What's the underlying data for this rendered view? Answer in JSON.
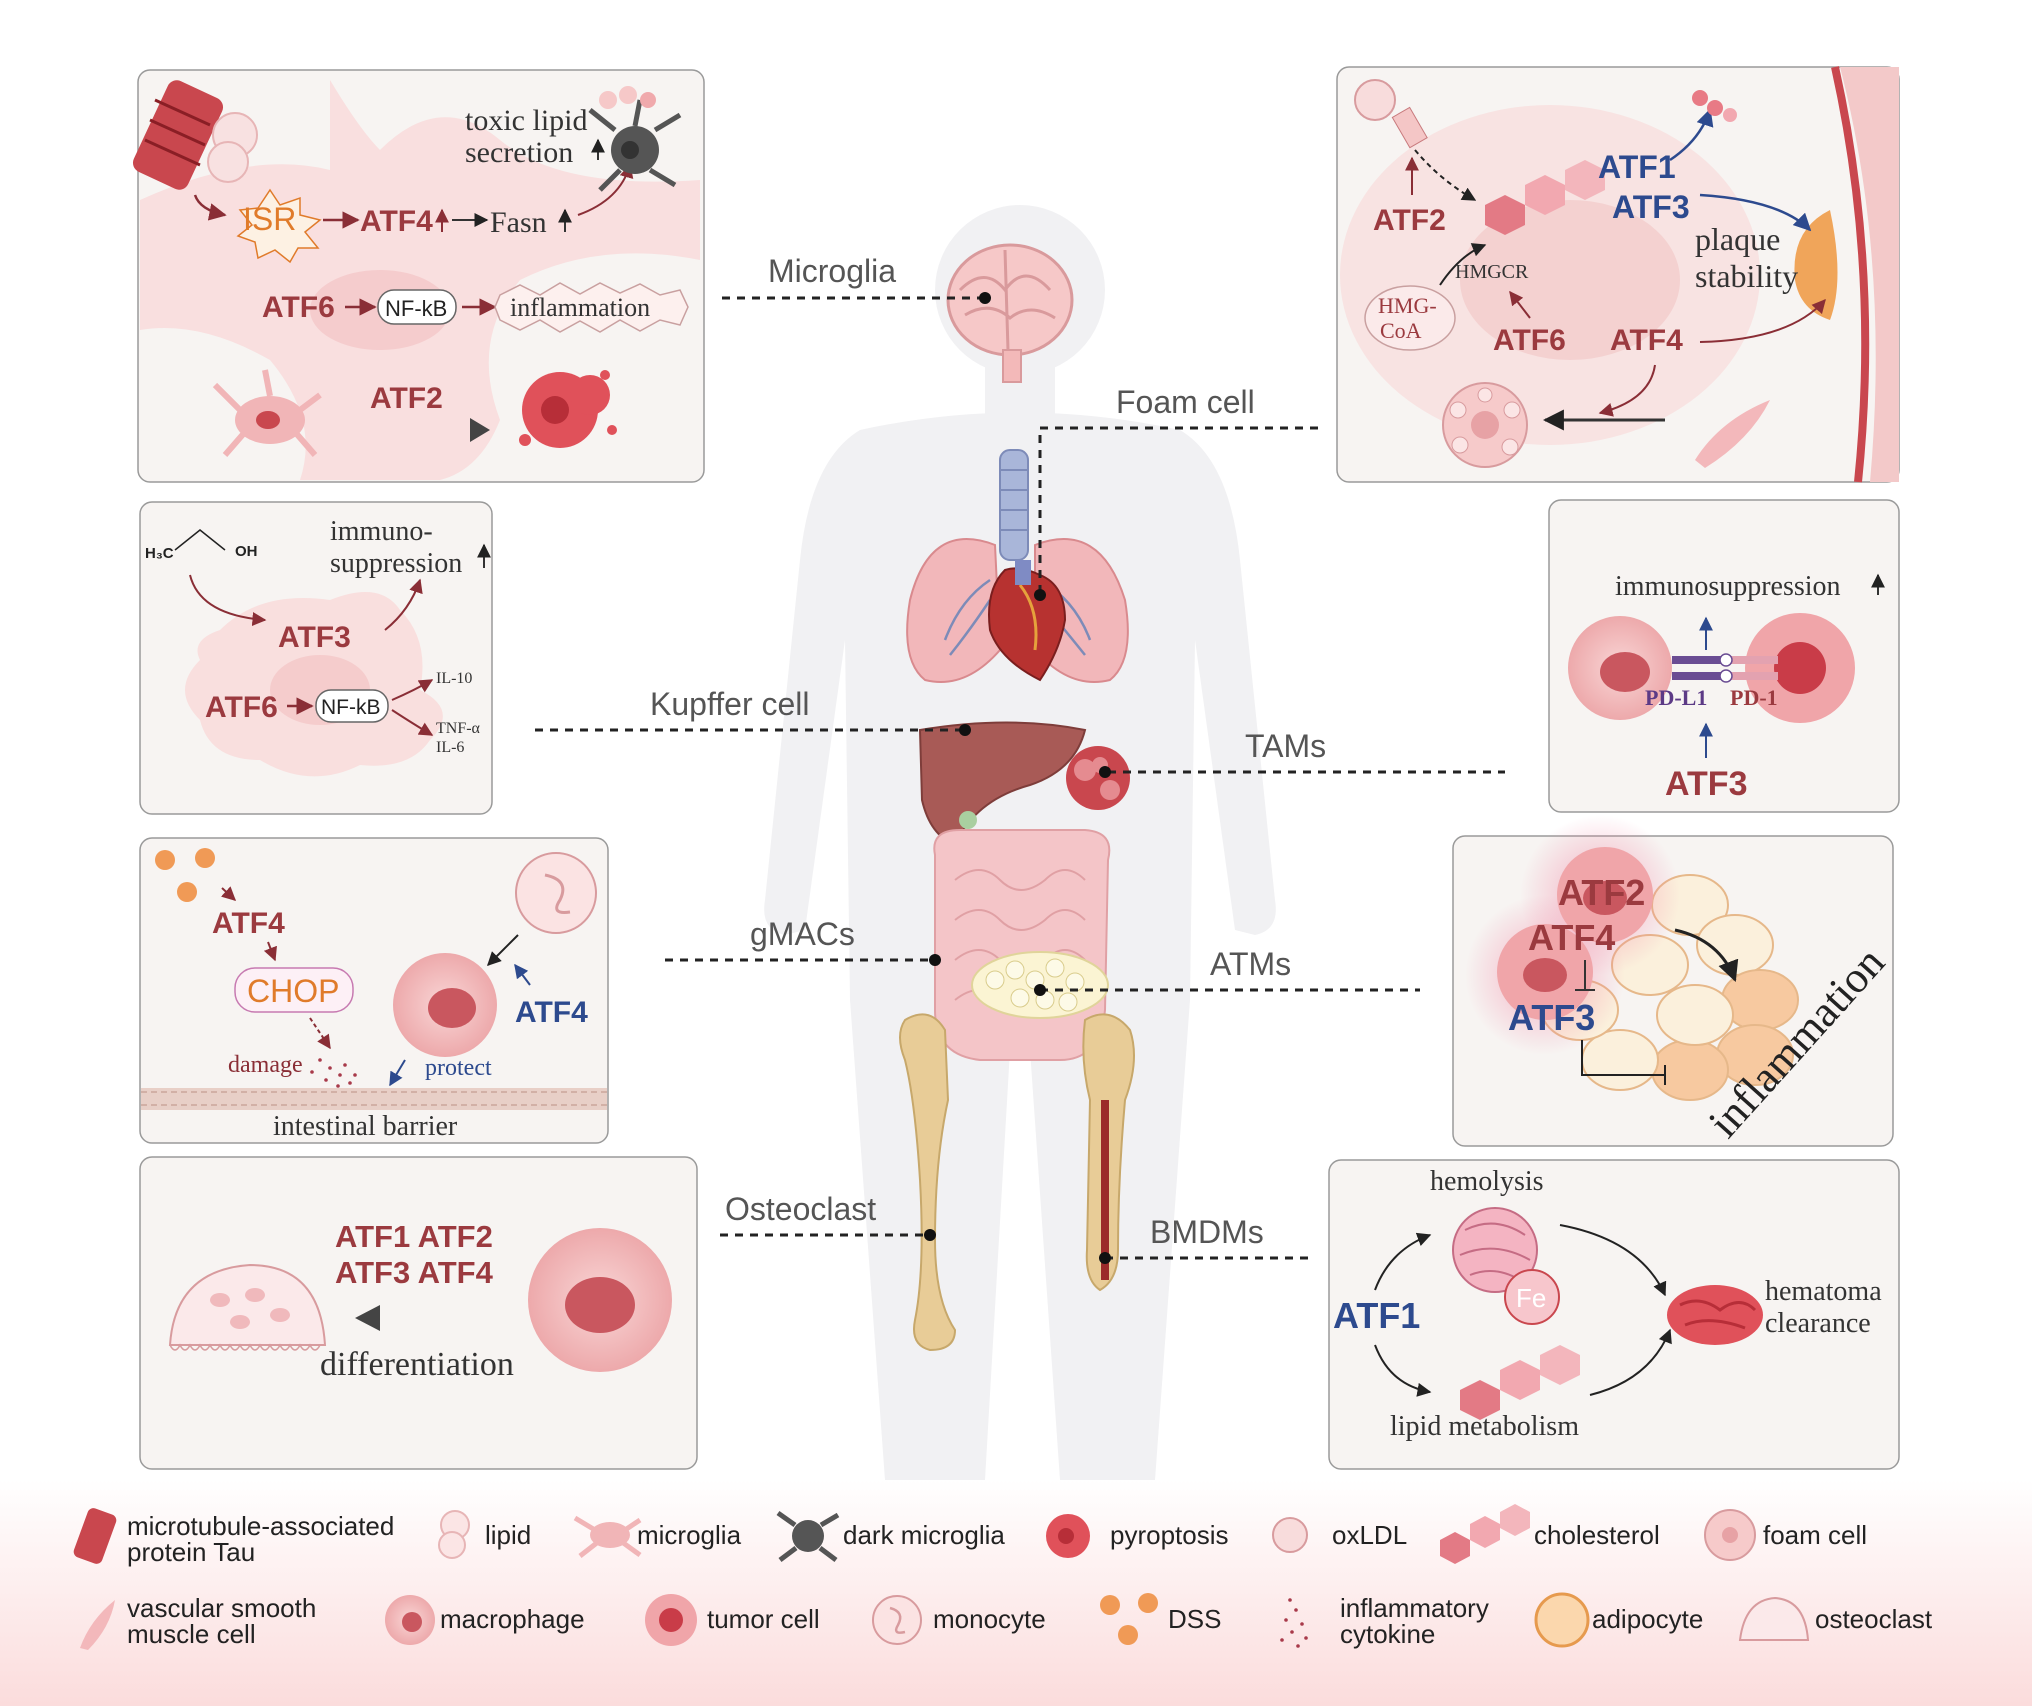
{
  "colors": {
    "atf_red": "#9b3a3f",
    "atf_blue": "#2d4a8e",
    "isr_orange": "#e07b2a",
    "panel_fill": "#f7f4f2",
    "panel_border": "#9a9a9a",
    "cell_pink": "#f4c7c8",
    "legend_bg": "#fbe3e3"
  },
  "connectors": {
    "microglia": "Microglia",
    "foam_cell": "Foam cell",
    "kupffer": "Kupffer cell",
    "tams": "TAMs",
    "gmacs": "gMACs",
    "atms": "ATMs",
    "osteoclast": "Osteoclast",
    "bmdms": "BMDMs"
  },
  "panels": {
    "microglia": {
      "toxic1": "toxic lipid",
      "toxic2": "secretion",
      "isr": "ISR",
      "atf4": "ATF4",
      "fasn": "Fasn",
      "atf6": "ATF6",
      "nfkb": "NF-kB",
      "inflammation": "inflammation",
      "atf2": "ATF2"
    },
    "foam": {
      "atf2": "ATF2",
      "atf1": "ATF1",
      "atf3": "ATF3",
      "plaque1": "plaque",
      "plaque2": "stability",
      "hmgcr": "HMGCR",
      "hmg1": "HMG-",
      "hmg2": "CoA",
      "atf6": "ATF6",
      "atf4": "ATF4"
    },
    "kupffer": {
      "h3c": "H₃C",
      "oh": "OH",
      "immuno1": "immuno-",
      "immuno2": "suppression",
      "atf3": "ATF3",
      "atf6": "ATF6",
      "nfkb": "NF-kB",
      "il10": "IL-10",
      "tnf": "TNF-α",
      "il6": "IL-6"
    },
    "tams": {
      "immuno": "immunosuppression",
      "pdl1": "PD-L1",
      "pd1": "PD-1",
      "atf3": "ATF3"
    },
    "gmacs": {
      "atf4a": "ATF4",
      "chop": "CHOP",
      "atf4b": "ATF4",
      "damage": "damage",
      "protect": "protect",
      "barrier": "intestinal barrier"
    },
    "atms": {
      "atf2": "ATF2",
      "atf4": "ATF4",
      "atf3": "ATF3",
      "inflammation": "inflammation"
    },
    "osteoclast": {
      "line1": "ATF1  ATF2",
      "line2": "ATF3  ATF4",
      "differentiation": "differentiation"
    },
    "bmdms": {
      "hemolysis": "hemolysis",
      "fe": "Fe",
      "atf1": "ATF1",
      "hem1": "hematoma",
      "hem2": "clearance",
      "lipid": "lipid metabolism"
    }
  },
  "legend": [
    {
      "icon": "tau-icon",
      "line1": "microtubule-associated",
      "line2": "protein Tau"
    },
    {
      "icon": "lipid-icon",
      "line1": "lipid",
      "line2": ""
    },
    {
      "icon": "microglia-icon",
      "line1": "microglia",
      "line2": ""
    },
    {
      "icon": "dark-microglia-icon",
      "line1": "dark microglia",
      "line2": ""
    },
    {
      "icon": "pyroptosis-icon",
      "line1": "pyroptosis",
      "line2": ""
    },
    {
      "icon": "oxldl-icon",
      "line1": "oxLDL",
      "line2": ""
    },
    {
      "icon": "cholesterol-icon",
      "line1": "cholesterol",
      "line2": ""
    },
    {
      "icon": "foam-cell-icon",
      "line1": "foam cell",
      "line2": ""
    },
    {
      "icon": "vsmc-icon",
      "line1": "vascular smooth",
      "line2": "muscle cell"
    },
    {
      "icon": "macrophage-icon",
      "line1": "macrophage",
      "line2": ""
    },
    {
      "icon": "tumor-cell-icon",
      "line1": "tumor cell",
      "line2": ""
    },
    {
      "icon": "monocyte-icon",
      "line1": "monocyte",
      "line2": ""
    },
    {
      "icon": "dss-icon",
      "line1": "DSS",
      "line2": ""
    },
    {
      "icon": "cytokine-icon",
      "line1": "inflammatory",
      "line2": "cytokine"
    },
    {
      "icon": "adipocyte-icon",
      "line1": "adipocyte",
      "line2": ""
    },
    {
      "icon": "osteoclast-icon",
      "line1": "osteoclast",
      "line2": ""
    }
  ]
}
